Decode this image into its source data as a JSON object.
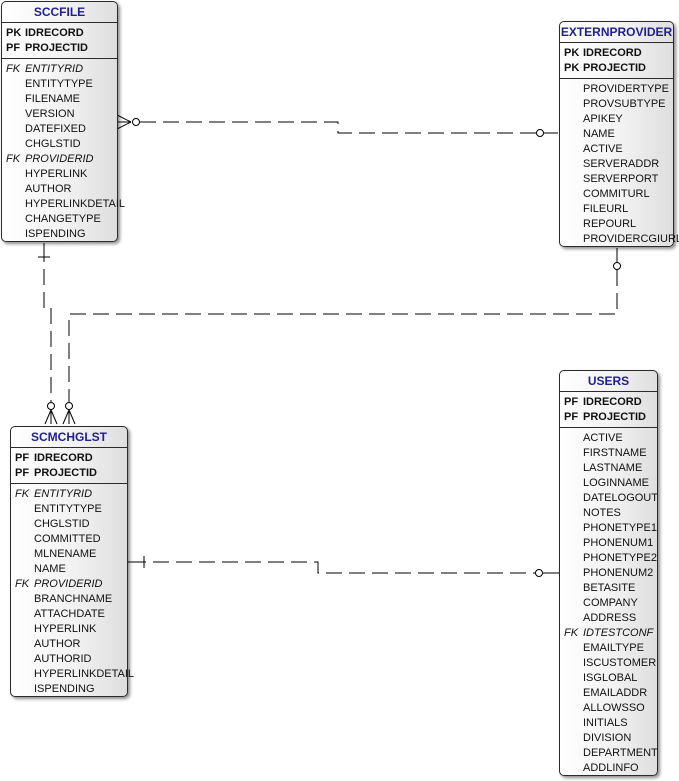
{
  "entities": [
    {
      "id": "sccfile",
      "title": "SCCFILE",
      "keys": [
        {
          "tag": "PK",
          "name": "IDRECORD"
        },
        {
          "tag": "PF",
          "name": "PROJECTID"
        }
      ],
      "attributes": [
        {
          "tag": "FK",
          "name": "ENTITYRID"
        },
        {
          "tag": "",
          "name": "ENTITYTYPE"
        },
        {
          "tag": "",
          "name": "FILENAME"
        },
        {
          "tag": "",
          "name": "VERSION"
        },
        {
          "tag": "",
          "name": "DATEFIXED"
        },
        {
          "tag": "",
          "name": "CHGLSTID"
        },
        {
          "tag": "FK",
          "name": "PROVIDERID"
        },
        {
          "tag": "",
          "name": "HYPERLINK"
        },
        {
          "tag": "",
          "name": "AUTHOR"
        },
        {
          "tag": "",
          "name": "HYPERLINKDETAIL"
        },
        {
          "tag": "",
          "name": "CHANGETYPE"
        },
        {
          "tag": "",
          "name": "ISPENDING"
        }
      ]
    },
    {
      "id": "externprovider",
      "title": "EXTERNPROVIDER",
      "keys": [
        {
          "tag": "PK",
          "name": "IDRECORD"
        },
        {
          "tag": "PK",
          "name": "PROJECTID"
        }
      ],
      "attributes": [
        {
          "tag": "",
          "name": "PROVIDERTYPE"
        },
        {
          "tag": "",
          "name": "PROVSUBTYPE"
        },
        {
          "tag": "",
          "name": "APIKEY"
        },
        {
          "tag": "",
          "name": "NAME"
        },
        {
          "tag": "",
          "name": "ACTIVE"
        },
        {
          "tag": "",
          "name": "SERVERADDR"
        },
        {
          "tag": "",
          "name": "SERVERPORT"
        },
        {
          "tag": "",
          "name": "COMMITURL"
        },
        {
          "tag": "",
          "name": "FILEURL"
        },
        {
          "tag": "",
          "name": "REPOURL"
        },
        {
          "tag": "",
          "name": "PROVIDERCGIURL"
        }
      ]
    },
    {
      "id": "scmchglst",
      "title": "SCMCHGLST",
      "keys": [
        {
          "tag": "PF",
          "name": "IDRECORD"
        },
        {
          "tag": "PF",
          "name": "PROJECTID"
        }
      ],
      "attributes": [
        {
          "tag": "FK",
          "name": "ENTITYRID"
        },
        {
          "tag": "",
          "name": "ENTITYTYPE"
        },
        {
          "tag": "",
          "name": "CHGLSTID"
        },
        {
          "tag": "",
          "name": "COMMITTED"
        },
        {
          "tag": "",
          "name": "MLNENAME"
        },
        {
          "tag": "",
          "name": "NAME"
        },
        {
          "tag": "FK",
          "name": "PROVIDERID"
        },
        {
          "tag": "",
          "name": "BRANCHNAME"
        },
        {
          "tag": "",
          "name": "ATTACHDATE"
        },
        {
          "tag": "",
          "name": "HYPERLINK"
        },
        {
          "tag": "",
          "name": "AUTHOR"
        },
        {
          "tag": "",
          "name": "AUTHORID"
        },
        {
          "tag": "",
          "name": "HYPERLINKDETAIL"
        },
        {
          "tag": "",
          "name": "ISPENDING"
        }
      ]
    },
    {
      "id": "users",
      "title": "USERS",
      "keys": [
        {
          "tag": "PF",
          "name": "IDRECORD"
        },
        {
          "tag": "PF",
          "name": "PROJECTID"
        }
      ],
      "attributes": [
        {
          "tag": "",
          "name": "ACTIVE"
        },
        {
          "tag": "",
          "name": "FIRSTNAME"
        },
        {
          "tag": "",
          "name": "LASTNAME"
        },
        {
          "tag": "",
          "name": "LOGINNAME"
        },
        {
          "tag": "",
          "name": "DATELOGOUT"
        },
        {
          "tag": "",
          "name": "NOTES"
        },
        {
          "tag": "",
          "name": "PHONETYPE1"
        },
        {
          "tag": "",
          "name": "PHONENUM1"
        },
        {
          "tag": "",
          "name": "PHONETYPE2"
        },
        {
          "tag": "",
          "name": "PHONENUM2"
        },
        {
          "tag": "",
          "name": "BETASITE"
        },
        {
          "tag": "",
          "name": "COMPANY"
        },
        {
          "tag": "",
          "name": "ADDRESS"
        },
        {
          "tag": "FK",
          "name": "IDTESTCONF"
        },
        {
          "tag": "",
          "name": "EMAILTYPE"
        },
        {
          "tag": "",
          "name": "ISCUSTOMER"
        },
        {
          "tag": "",
          "name": "ISGLOBAL"
        },
        {
          "tag": "",
          "name": "EMAILADDR"
        },
        {
          "tag": "",
          "name": "ALLOWSSO"
        },
        {
          "tag": "",
          "name": "INITIALS"
        },
        {
          "tag": "",
          "name": "DIVISION"
        },
        {
          "tag": "",
          "name": "DEPARTMENT"
        },
        {
          "tag": "",
          "name": "ADDLINFO"
        }
      ]
    }
  ],
  "relationships": [
    {
      "from": "EXTERNPROVIDER",
      "to": "SCCFILE",
      "cardinality": "zero-or-one to zero-or-many"
    },
    {
      "from": "SCCFILE",
      "to": "SCMCHGLST",
      "cardinality": "one to zero-or-many"
    },
    {
      "from": "EXTERNPROVIDER",
      "to": "SCMCHGLST",
      "cardinality": "zero-or-one to zero-or-many"
    },
    {
      "from": "SCMCHGLST",
      "to": "USERS",
      "cardinality": "one to zero-or-one"
    }
  ],
  "colors": {
    "title": "#1f1f8f",
    "border": "#2b2b2b",
    "line": "#000000"
  }
}
